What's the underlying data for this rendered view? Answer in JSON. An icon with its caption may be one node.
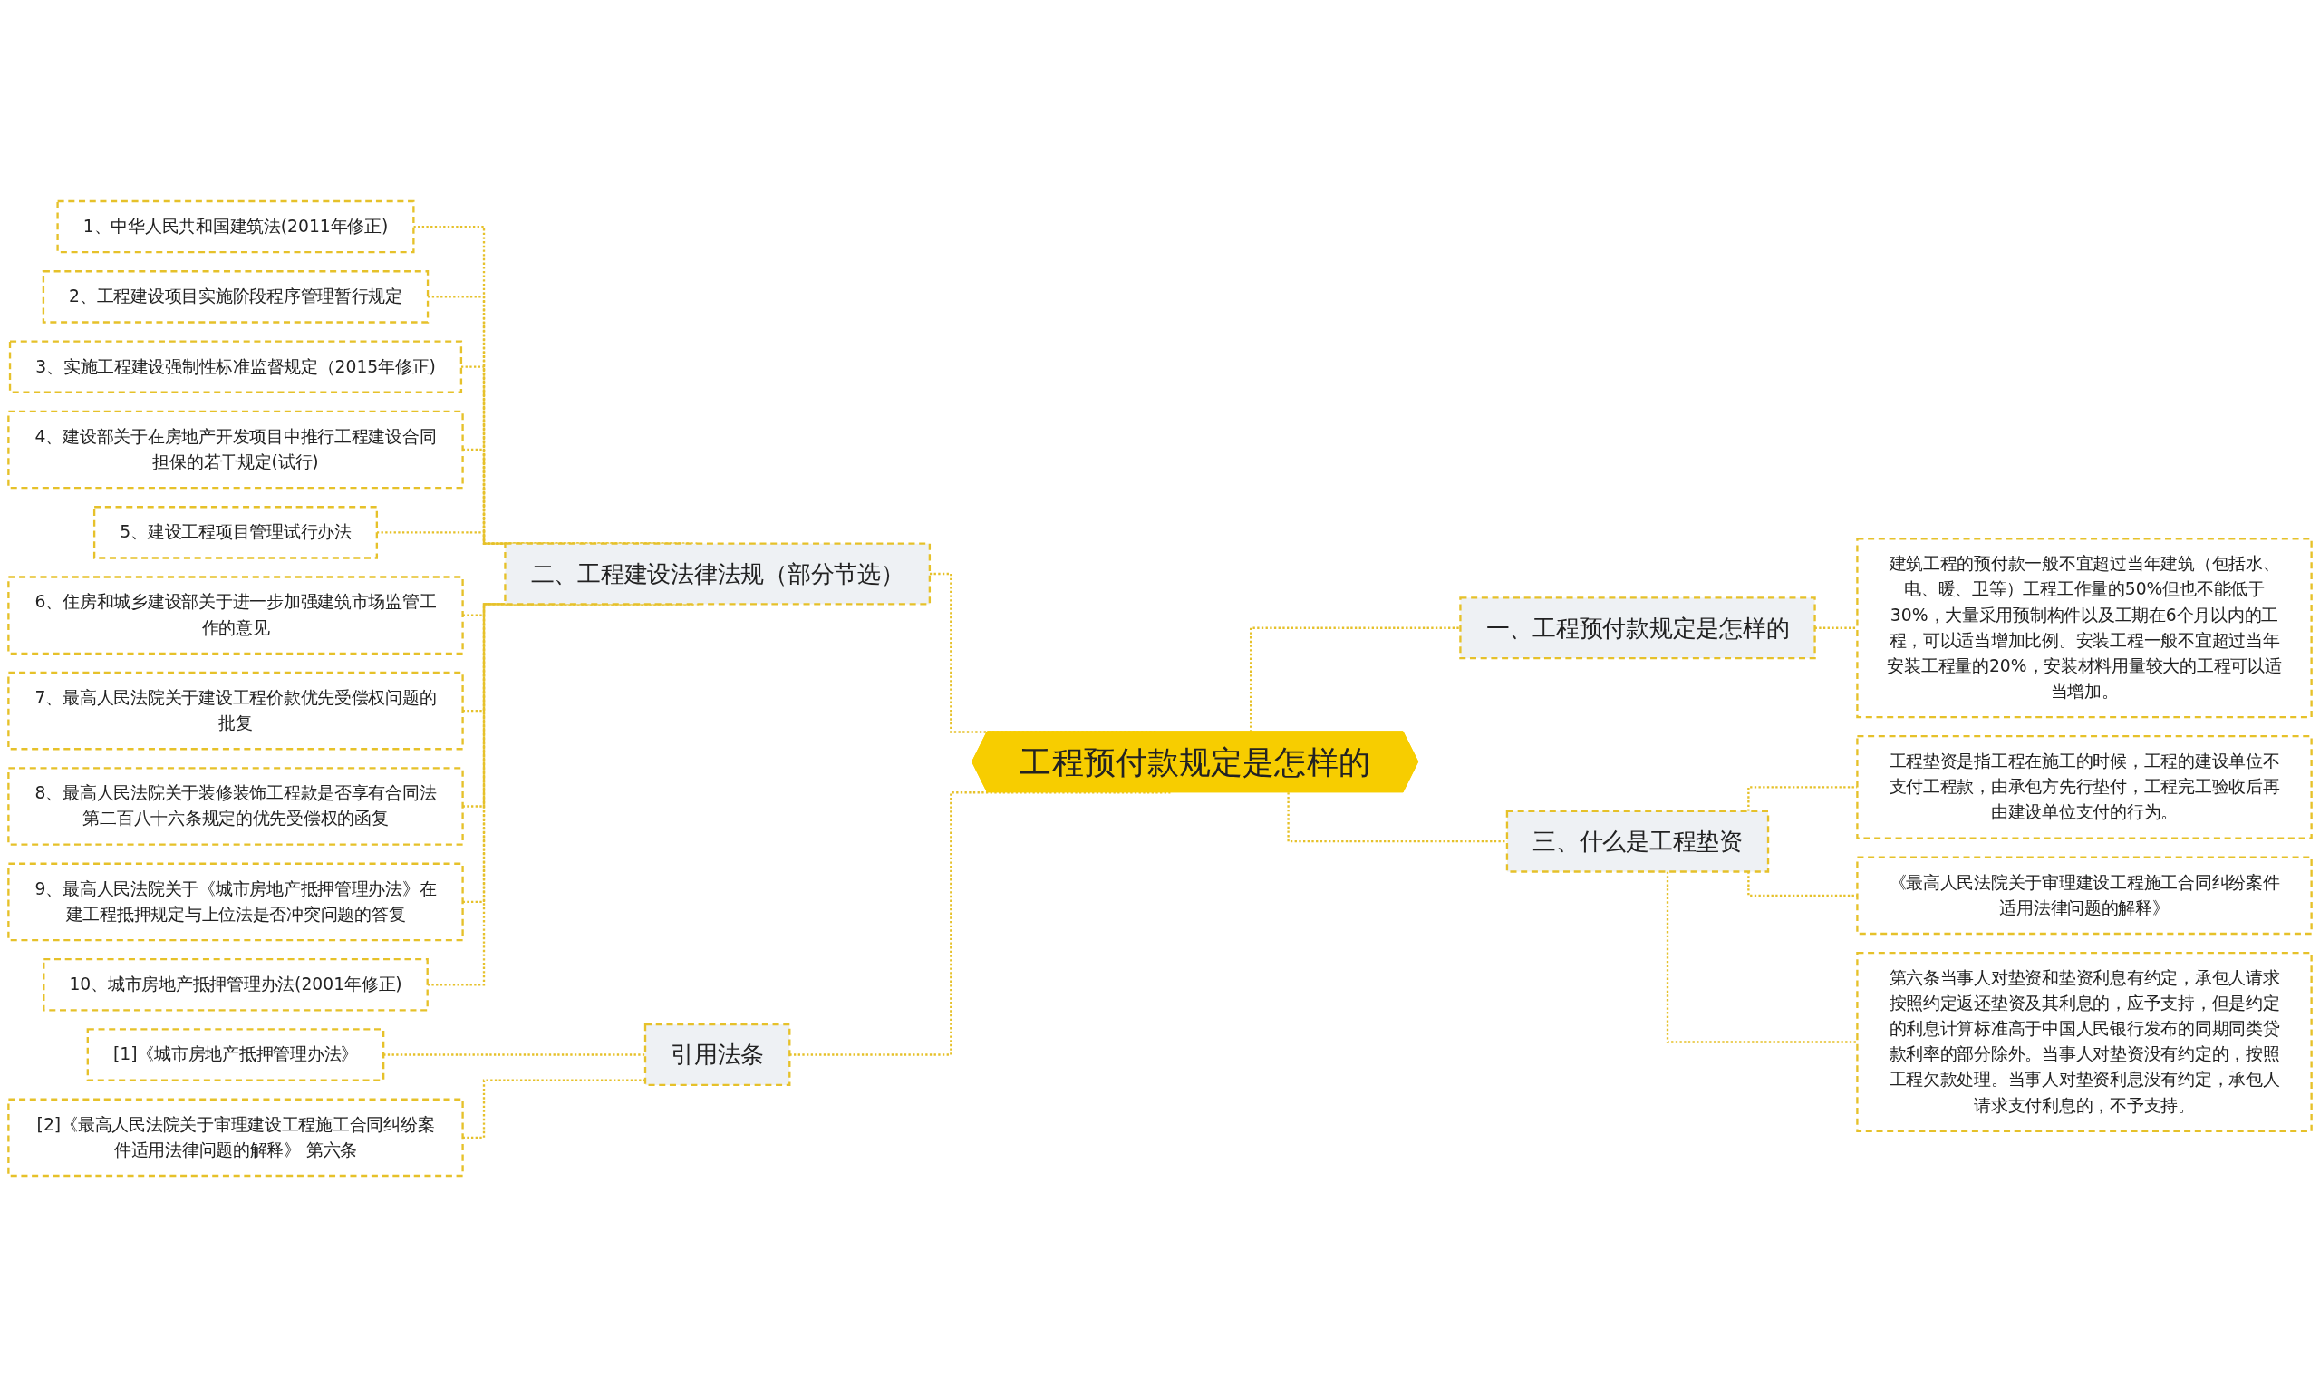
{
  "diagram": {
    "nodes": [
      {
        "text": [
          "工程预付款规定是怎样的"
        ]
      },
      {
        "text": [
          "二、工程建设法律法规（部分节选）"
        ]
      },
      {
        "text": [
          "1、中华人民共和国建筑法(2011年修正)"
        ]
      },
      {
        "text": [
          "2、工程建设项目实施阶段程序管理暂行规定"
        ]
      },
      {
        "text": [
          "3、实施工程建设强制性标准监督规定（2015年修正)"
        ]
      },
      {
        "text": [
          "4、建设部关于在房地产开发项目中推行工程建设合同担保的若干规定(试行)"
        ]
      },
      {
        "text": [
          "5、建设工程项目管理试行办法"
        ]
      },
      {
        "text": [
          "6、住房和城乡建设部关于进一步加强建筑市场监管工作的意见"
        ]
      },
      {
        "text": [
          "7、最高人民法院关于建设工程价款优先受偿权问题的批复"
        ]
      },
      {
        "text": [
          "8、最高人民法院关于装修装饰工程款是否享有合同法第二百八十六条规定的优先受偿权的函复"
        ]
      },
      {
        "text": [
          "9、最高人民法院关于《城市房地产抵押管理办法》在建工程抵押规定与上位法是否冲突问题的答复"
        ]
      },
      {
        "text": [
          "10、城市房地产抵押管理办法(2001年修正)"
        ]
      },
      {
        "text": [
          "引用法条"
        ]
      },
      {
        "text": [
          "[1]《城市房地产抵押管理办法》"
        ]
      },
      {
        "text": [
          "[2]《最高人民法院关于审理建设工程施工合同纠纷案件适用法律问题的解释》 第六条"
        ]
      },
      {
        "text": [
          "一、工程预付款规定是怎样的"
        ]
      },
      {
        "text": [
          "建筑工程的预付款一般不宜超过当年建筑（包括水、电、暖、卫等）工程工作量的50%但也不能低于30%，大量采用预制构件以及工期在6个月以内的工程，可以适当增加比例。安装工程一般不宜超过当年安装工程量的20%，安装材料用量较大的工程可以适当增加。"
        ]
      },
      {
        "text": [
          "三、什么是工程垫资"
        ]
      },
      {
        "text": [
          "工程垫资是指工程在施工的时候，工程的建设单位不支付工程款，由承包方先行垫付，工程完工验收后再由建设单位支付的行为。"
        ]
      },
      {
        "text": [
          "《最高人民法院关于审理建设工程施工合同纠纷案件适用法律问题的解释》"
        ]
      },
      {
        "text": [
          "第六条当事人对垫资和垫资利息有约定，承包人请求按照约定返还垫资及其利息的，应予支持，但是约定的利息计算标准高于中国人民银行发布的同期同类贷款利率的部分除外。当事人对垫资没有约定的，按照工程欠款处理。当事人对垫资利息没有约定，承包人请求支付利息的，不予支持。"
        ]
      }
    ],
    "edges": [
      {
        "from": 2,
        "to": 1,
        "arrow": "none",
        "style": "dashed"
      },
      {
        "from": 3,
        "to": 1,
        "arrow": "none",
        "style": "dashed"
      },
      {
        "from": 4,
        "to": 1,
        "arrow": "none",
        "style": "dashed"
      },
      {
        "from": 5,
        "to": 1,
        "arrow": "none",
        "style": "dashed"
      },
      {
        "from": 6,
        "to": 1,
        "arrow": "none",
        "style": "dashed"
      },
      {
        "from": 7,
        "to": 1,
        "arrow": "none",
        "style": "dashed"
      },
      {
        "from": 8,
        "to": 1,
        "arrow": "none",
        "style": "dashed"
      },
      {
        "from": 9,
        "to": 1,
        "arrow": "none",
        "style": "dashed"
      },
      {
        "from": 10,
        "to": 1,
        "arrow": "none",
        "style": "dashed"
      },
      {
        "from": 11,
        "to": 1,
        "arrow": "none",
        "style": "dashed"
      },
      {
        "from": 1,
        "to": 0,
        "arrow": "none",
        "style": "dashed"
      },
      {
        "from": 13,
        "to": 12,
        "arrow": "none",
        "style": "dashed"
      },
      {
        "from": 14,
        "to": 12,
        "arrow": "none",
        "style": "dashed"
      },
      {
        "from": 12,
        "to": 0,
        "arrow": "none",
        "style": "dashed"
      },
      {
        "from": 0,
        "to": 15,
        "arrow": "none",
        "style": "dashed"
      },
      {
        "from": 15,
        "to": 16,
        "arrow": "none",
        "style": "dashed"
      },
      {
        "from": 0,
        "to": 17,
        "arrow": "none",
        "style": "dashed"
      },
      {
        "from": 17,
        "to": 18,
        "arrow": "none",
        "style": "dashed"
      },
      {
        "from": 17,
        "to": 19,
        "arrow": "none",
        "style": "dashed"
      },
      {
        "from": 17,
        "to": 20,
        "arrow": "none",
        "style": "dashed"
      }
    ]
  }
}
